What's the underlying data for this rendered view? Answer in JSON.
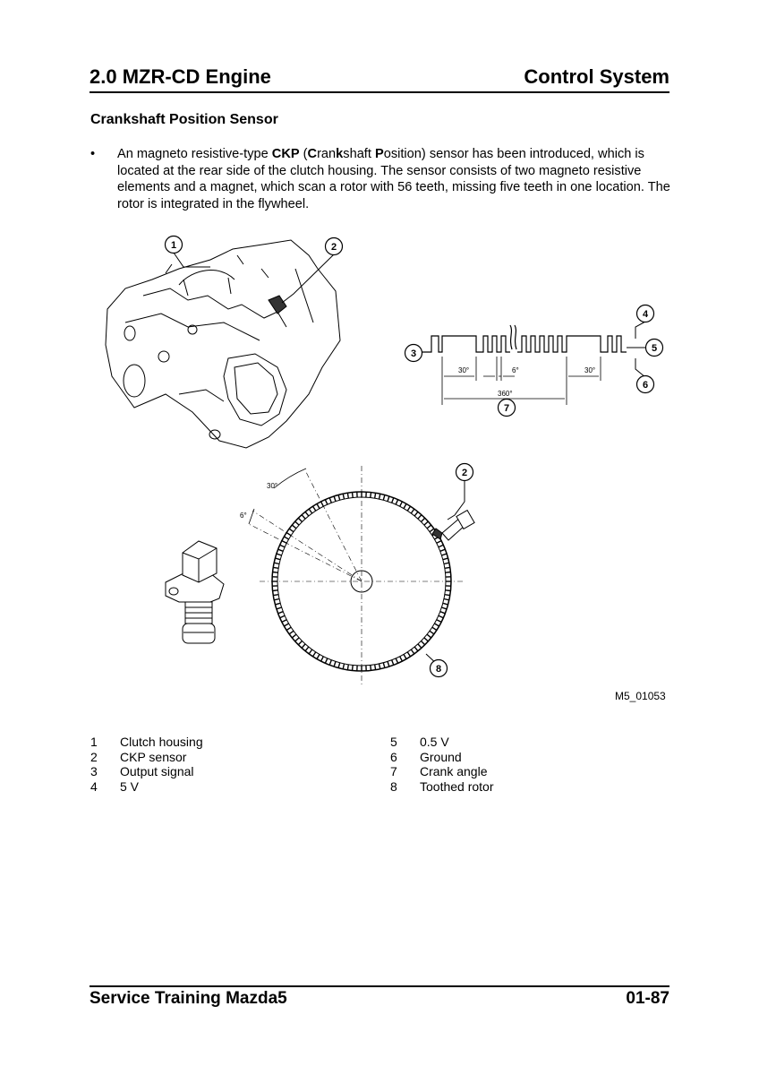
{
  "header": {
    "left_title": "2.0 MZR-CD Engine",
    "right_title": "Control System"
  },
  "section": {
    "title": "Crankshaft Position Sensor"
  },
  "bullet": {
    "symbol": "•",
    "parts": [
      {
        "text": "An magneto resistive-type ",
        "bold": false
      },
      {
        "text": "CKP",
        "bold": true
      },
      {
        "text": " (",
        "bold": false
      },
      {
        "text": "C",
        "bold": true
      },
      {
        "text": "ran",
        "bold": false
      },
      {
        "text": "k",
        "bold": true
      },
      {
        "text": "shaft ",
        "bold": false
      },
      {
        "text": "P",
        "bold": true
      },
      {
        "text": "osition) sensor has been introduced, which is located at the rear side of the clutch housing. The sensor consists of two magneto resistive elements and a magnet, which scan a rotor with 56 teeth, missing five teeth in one location. The rotor is integrated in the flywheel.",
        "bold": false
      }
    ]
  },
  "figure": {
    "callouts": [
      "1",
      "2",
      "3",
      "4",
      "5",
      "6",
      "7",
      "8"
    ],
    "signal_labels": {
      "seg_a": "30°",
      "seg_b": "6°",
      "seg_c": "30°",
      "total": "360°"
    },
    "rotor_labels": {
      "angle_30": "30°",
      "angle_6": "6°"
    },
    "ref": "M5_01053"
  },
  "legend": {
    "left": [
      {
        "num": "1",
        "label": "Clutch housing"
      },
      {
        "num": "2",
        "label": "CKP sensor"
      },
      {
        "num": "3",
        "label": "Output signal"
      },
      {
        "num": "4",
        "label": "5 V"
      }
    ],
    "right": [
      {
        "num": "5",
        "label": "0.5 V"
      },
      {
        "num": "6",
        "label": "Ground"
      },
      {
        "num": "7",
        "label": "Crank angle"
      },
      {
        "num": "8",
        "label": "Toothed rotor"
      }
    ]
  },
  "footer": {
    "left": "Service Training Mazda5",
    "right": "01-87"
  }
}
